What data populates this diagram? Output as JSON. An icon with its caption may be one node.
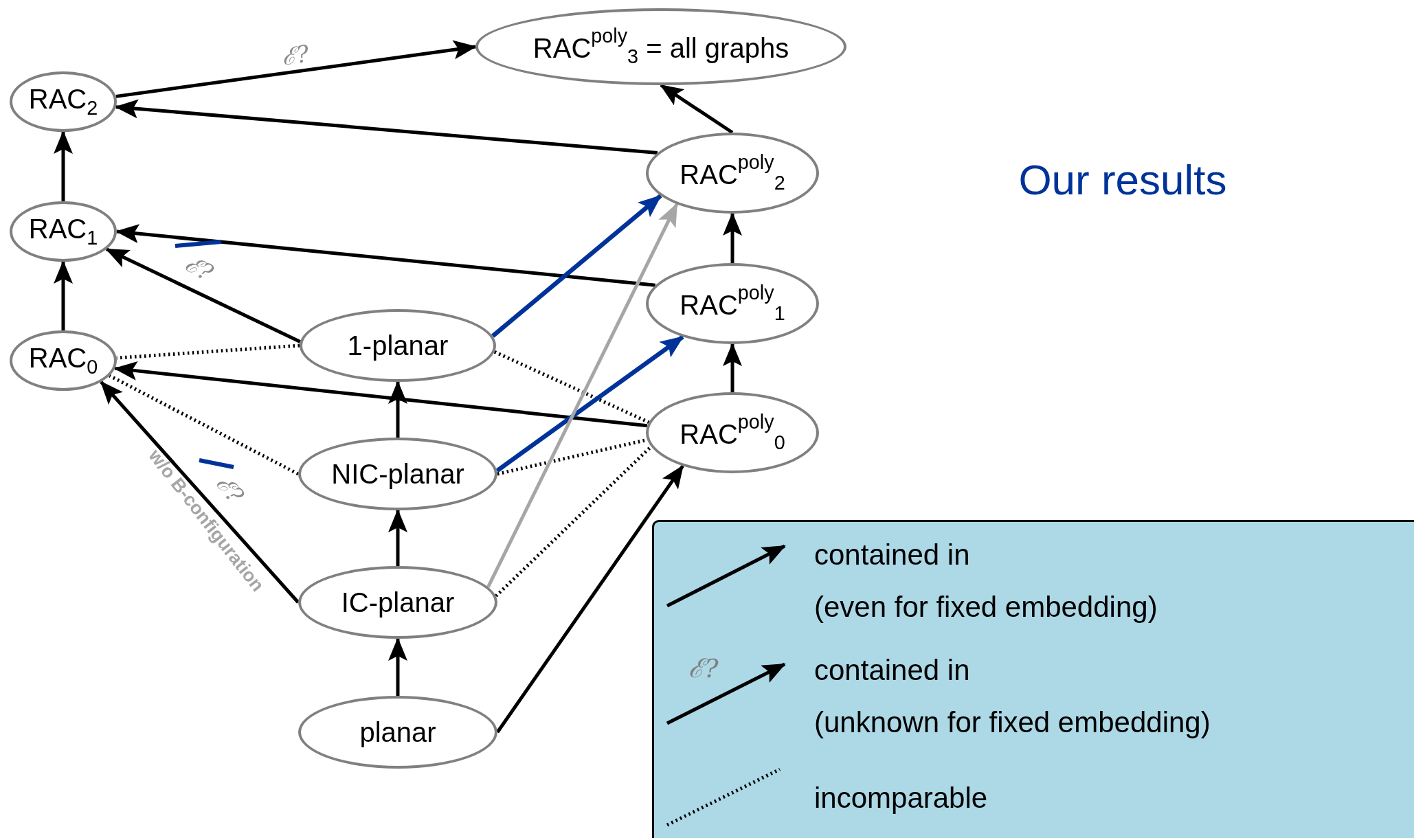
{
  "diagram": {
    "nodes": [
      {
        "text": [
          "RAC$_{2}$"
        ]
      },
      {
        "text": [
          "RAC$^{poly}$$_{3}$ = all graphs"
        ]
      },
      {
        "text": [
          "RAC$^{poly}$$_{2}$"
        ]
      },
      {
        "text": [
          "RAC$_{1}$"
        ]
      },
      {
        "text": [
          "RAC$^{poly}$$_{1}$"
        ]
      },
      {
        "text": [
          "1-planar"
        ]
      },
      {
        "text": [
          "RAC$_{0}$"
        ]
      },
      {
        "text": [
          "RAC$^{poly}$$_{0}$"
        ]
      },
      {
        "text": [
          "NIC-planar"
        ]
      },
      {
        "text": [
          "IC-planar"
        ]
      },
      {
        "text": [
          "planar"
        ]
      }
    ],
    "edges": [
      {
        "from": 0,
        "to": 1,
        "arrow": "to",
        "label": "ℰ?"
      },
      {
        "from": 2,
        "to": 1,
        "arrow": "to"
      },
      {
        "from": 2,
        "to": 0,
        "arrow": "to"
      },
      {
        "from": 3,
        "to": 0,
        "arrow": "to"
      },
      {
        "from": 4,
        "to": 2,
        "arrow": "to"
      },
      {
        "from": 4,
        "to": 3,
        "arrow": "to"
      },
      {
        "from": 5,
        "to": 3,
        "arrow": "to",
        "label": "ℰ?"
      },
      {
        "from": 5,
        "to": 2,
        "arrow": "to",
        "color": "#003399"
      },
      {
        "from": 6,
        "to": 3,
        "arrow": "to"
      },
      {
        "from": 5,
        "to": 6,
        "arrow": "none",
        "style": "dashed"
      },
      {
        "from": 7,
        "to": 4,
        "arrow": "to"
      },
      {
        "from": 7,
        "to": 6,
        "arrow": "to"
      },
      {
        "from": 5,
        "to": 7,
        "arrow": "none",
        "style": "dashed"
      },
      {
        "from": 8,
        "to": 5,
        "arrow": "to"
      },
      {
        "from": 8,
        "to": 6,
        "arrow": "none",
        "style": "dashed"
      },
      {
        "from": 8,
        "to": 4,
        "arrow": "to",
        "color": "#003399"
      },
      {
        "from": 8,
        "to": 7,
        "arrow": "none",
        "style": "dashed"
      },
      {
        "from": 9,
        "to": 8,
        "arrow": "to"
      },
      {
        "from": 9,
        "to": 6,
        "arrow": "to",
        "label": "ℰ?"
      },
      {
        "from": 9,
        "to": 2,
        "arrow": "to",
        "color": "#a6a6a6"
      },
      {
        "from": 9,
        "to": 7,
        "arrow": "none",
        "style": "dashed"
      },
      {
        "from": 10,
        "to": 9,
        "arrow": "to"
      },
      {
        "from": 10,
        "to": 7,
        "arrow": "to"
      }
    ],
    "labels": [
      "Our results",
      "w/o B-configuration",
      "ℰ?"
    ],
    "legend": [
      {
        "text": "contained in (even for fixed embedding)"
      },
      {
        "text": "contained in (unknown for fixed embedding)"
      },
      {
        "text": "incomparable"
      }
    ]
  }
}
